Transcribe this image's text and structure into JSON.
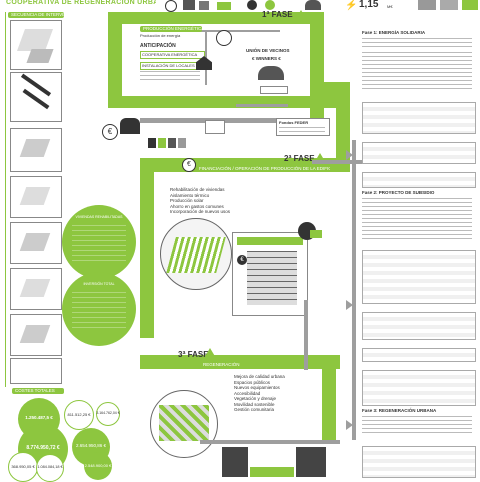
{
  "header": {
    "title": "COOPERATIVA DE REGENERACIÓN URBANA",
    "stat_value": "1,15",
    "stat_unit": "M€"
  },
  "left": {
    "section_title": "SECUENCIA DE INTERVENCIÓN",
    "costs_title": "COSTES TOTALES"
  },
  "phases": {
    "phase1": "1ª FASE",
    "phase2": "2ª FASE",
    "phase3": "3ª FASE"
  },
  "phase1": {
    "label1": "PRODUCCIÓN ENERGÉTICA",
    "label2": "Producción de energía",
    "coop_title": "ANTICIPACIÓN",
    "coop_items": [
      "COOPERATIVA ENERGÉTICA",
      "INSTALACIÓN DE LOCALES"
    ],
    "right_title": "UNIÓN DE VECINOS",
    "right_sub": "€ WINNERS €",
    "fund_label": "Fondos FEDER"
  },
  "phase2": {
    "banner": "FINANCIACIÓN / OPERACIÓN DE PRODUCCIÓN DE LA EDIFICACIÓN",
    "items": [
      "Rehabilitación de viviendas",
      "Aislamiento térmico",
      "Producción solar",
      "Ahorro en gastos comunes",
      "Incorporación de nuevos usos"
    ]
  },
  "phase3": {
    "banner": "REGENERACIÓN",
    "items": [
      "Mejora de calidad urbana",
      "Espacios públicos",
      "Nuevos equipamientos",
      "Accesibilidad",
      "Vegetación y drenaje",
      "Movilidad sostenible",
      "Gestión comunitaria"
    ]
  },
  "circles": {
    "c1_title": "VIVIENDAS REHABILITADAS",
    "c2_title": "INVERSIÓN TOTAL"
  },
  "costs": [
    {
      "value": "1.250.487,5 €"
    },
    {
      "value": "811.512,25 €"
    },
    {
      "value": "8.774.950,72 €"
    },
    {
      "value": "2.654.950,86 €"
    },
    {
      "value": "368.950,05 €"
    },
    {
      "value": "1.084.084,18 €"
    },
    {
      "value": "3.164.762,04 €"
    },
    {
      "value": "2.548.900,00 €"
    }
  ],
  "right": {
    "phase1_title": "Fase 1: ENERGÍA SOLIDARIA",
    "phase2_title": "Fase 2: PROYECTO DE SUBSIDIO",
    "phase3_title": "Fase 3: REGENERACIÓN URBANA"
  },
  "colors": {
    "accent": "#8dc63f",
    "dark": "#333333",
    "grey": "#9e9e9e"
  }
}
